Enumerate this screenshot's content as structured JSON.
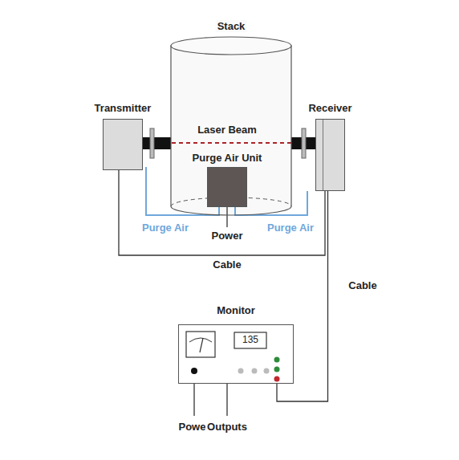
{
  "diagram": {
    "nodes": [
      {
        "text": [
          "Stack"
        ]
      },
      {
        "text": [
          "Transmitter"
        ]
      },
      {
        "text": [
          "Receiver"
        ]
      },
      {
        "text": [
          "Purge Air Unit"
        ],
        "in": 0
      },
      {
        "text": [
          "Monitor"
        ]
      }
    ],
    "edges": [
      {
        "from": 1,
        "to": 2,
        "arrow": "none",
        "label": "Laser Beam"
      },
      {
        "from": 3,
        "to": 1,
        "arrow": "none",
        "label": "Purge Air"
      },
      {
        "from": 3,
        "to": 2,
        "arrow": "none",
        "label": "Purge Air"
      },
      {
        "from": 1,
        "to": 2,
        "arrow": "none",
        "label": "Cable"
      },
      {
        "from": 2,
        "to": 4,
        "arrow": "none",
        "label": "Cable"
      }
    ],
    "labels": [
      "Power",
      "135",
      "Power",
      "Outputs"
    ]
  }
}
